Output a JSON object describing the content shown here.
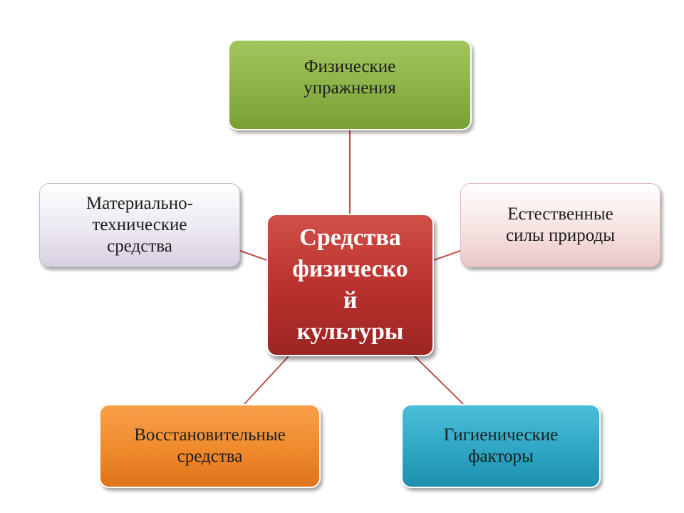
{
  "diagram": {
    "center": {
      "lines": [
        "Средства",
        "физическо",
        "й",
        "культуры"
      ]
    },
    "nodes": {
      "top": {
        "lines": [
          "Физические",
          "упражнения"
        ]
      },
      "left": {
        "lines": [
          "Материально-",
          "технические",
          "средства"
        ]
      },
      "right": {
        "lines": [
          "Естественные",
          "силы природы"
        ]
      },
      "bottom_left": {
        "lines": [
          "Восстановительные",
          "средства"
        ]
      },
      "bottom_right": {
        "lines": [
          "Гигиенические",
          "факторы"
        ]
      }
    },
    "colors": {
      "connector": "#c0504d",
      "center": "#b8302c",
      "top": "#8cb247",
      "left": "#ece8f1",
      "right": "#f6e3e2",
      "bottom_left": "#ef8a2c",
      "bottom_right": "#2ea6c4"
    }
  }
}
